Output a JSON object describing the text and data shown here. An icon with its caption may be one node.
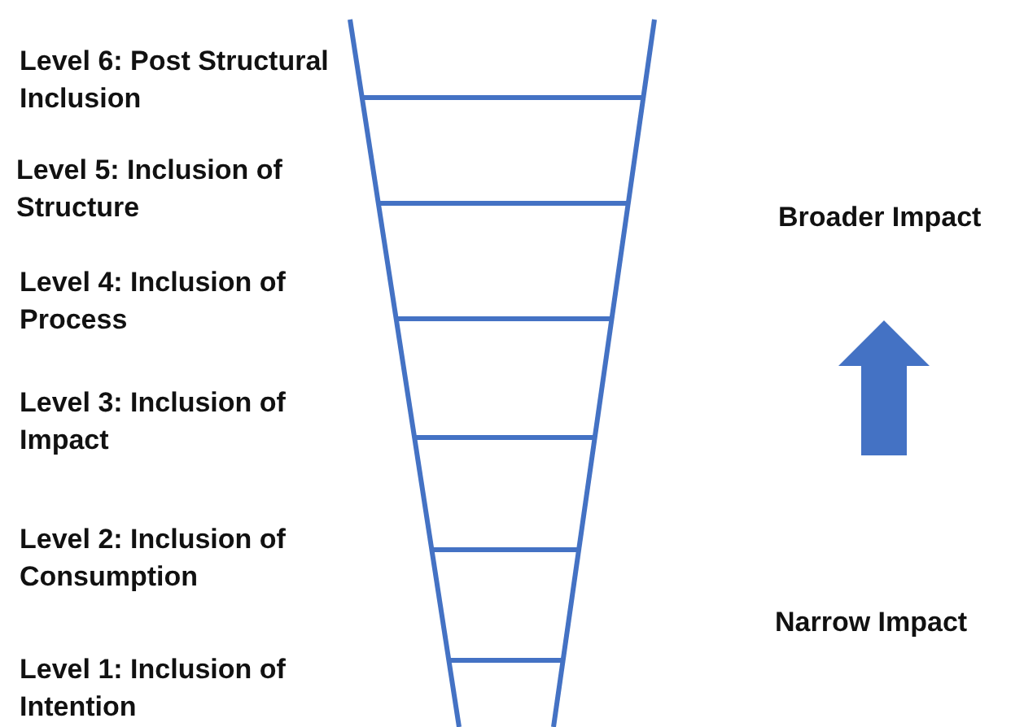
{
  "diagram": {
    "labels": [
      "Level 6: Post Structural Inclusion",
      "Level 5: Inclusion of Structure",
      "Level 4: Inclusion of Process",
      "Level 3: Inclusion of Impact",
      "Level 2: Inclusion of Consumption",
      "Level 1: Inclusion of Intention",
      "Broader Impact",
      "Narrow Impact"
    ]
  }
}
